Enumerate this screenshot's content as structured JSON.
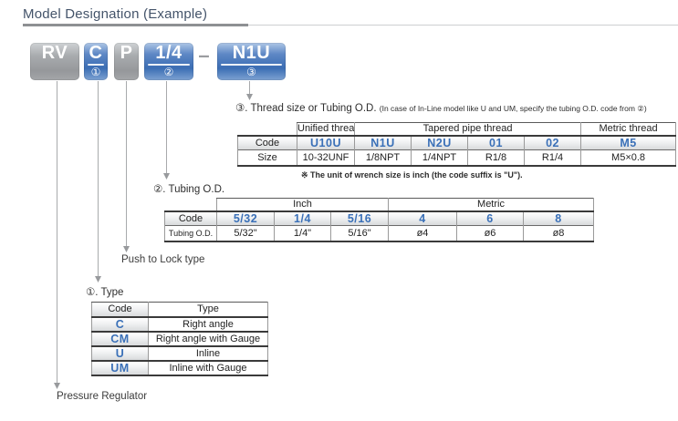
{
  "page": {
    "title": "Model Designation (Example)"
  },
  "model_code": {
    "separator": "–",
    "segments": [
      {
        "text": "RV",
        "variant": "gray",
        "marker": ""
      },
      {
        "text": "C",
        "variant": "blue",
        "marker": "①"
      },
      {
        "text": "P",
        "variant": "gray",
        "marker": ""
      },
      {
        "text": "1/4",
        "variant": "blue",
        "marker": "②"
      },
      {
        "text": "N1U",
        "variant": "blue",
        "marker": "③"
      }
    ]
  },
  "thread_section": {
    "heading": "③. Thread size or Tubing O.D.",
    "heading_note": "(In case of In-Line model like U and UM, specify the tubing O.D. code from ②)",
    "group_headers": {
      "unified": "Unified thread",
      "tapered": "Tapered pipe thread",
      "metric": "Metric thread"
    },
    "code_label": "Code",
    "size_label": "Size",
    "codes": [
      "U10U",
      "N1U",
      "N2U",
      "01",
      "02",
      "M5"
    ],
    "sizes": [
      "10-32UNF",
      "1/8NPT",
      "1/4NPT",
      "R1/8",
      "R1/4",
      "M5×0.8"
    ],
    "footnote": "※ The unit of wrench size is inch (the code suffix is \"U\")."
  },
  "tubing_section": {
    "heading": "②.  Tubing O.D.",
    "group_headers": {
      "inch": "Inch",
      "metric": "Metric"
    },
    "code_label": "Code",
    "size_label": "Tubing O.D.",
    "codes": [
      "5/32",
      "1/4",
      "5/16",
      "4",
      "6",
      "8"
    ],
    "sizes": [
      "5/32\"",
      "1/4\"",
      "5/16\"",
      "ø4",
      "ø6",
      "ø8"
    ]
  },
  "push_lock_label": "Push to Lock type",
  "type_section": {
    "heading": "①. Type",
    "col_headers": {
      "code": "Code",
      "type": "Type"
    },
    "rows": [
      {
        "code": "C",
        "type": "Right angle"
      },
      {
        "code": "CM",
        "type": "Right angle with Gauge"
      },
      {
        "code": "U",
        "type": "Inline"
      },
      {
        "code": "UM",
        "type": "Inline with Gauge"
      }
    ]
  },
  "regulator_label": "Pressure Regulator",
  "colors": {
    "accent_blue": "#3a6fb5",
    "code_text_blue": "#3a70b8",
    "box_gray": "#9b9da0",
    "title_color": "#44546a",
    "leader_line_gray": "#a8aaac"
  }
}
